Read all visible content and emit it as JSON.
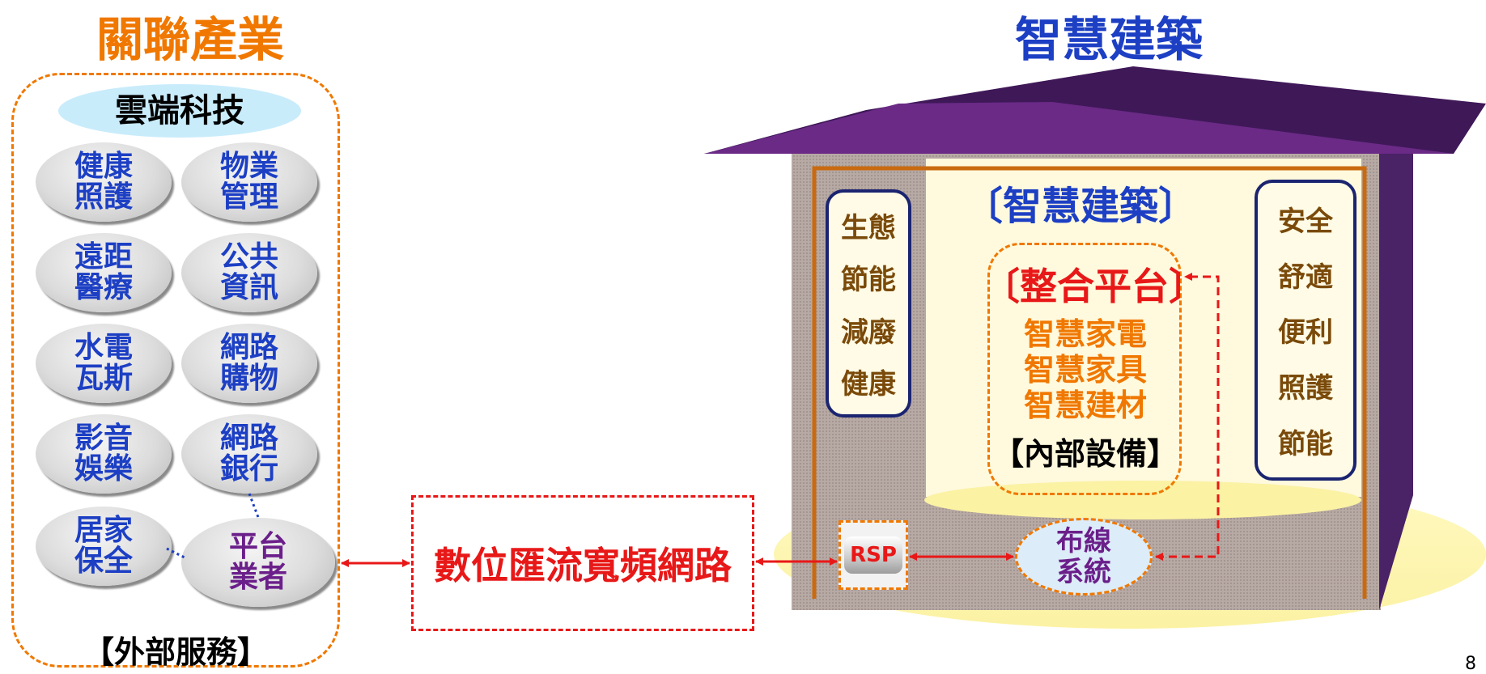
{
  "left": {
    "title": "關聯產業",
    "cloud_label": "雲端科技",
    "services": [
      "健康\n照護",
      "物業\n管理",
      "遠距\n醫療",
      "公共\n資訊",
      "水電\n瓦斯",
      "網路\n購物",
      "影音\n娛樂",
      "網路\n銀行",
      "居家\n保全"
    ],
    "platform_operator": "平台\n業者",
    "external_label": "【外部服務】"
  },
  "network": {
    "label": "數位匯流寬頻網路"
  },
  "right": {
    "title": "智慧建築",
    "inner_title": "〔智慧建築〕",
    "left_values": [
      "生態",
      "節能",
      "減廢",
      "健康"
    ],
    "right_values": [
      "安全",
      "舒適",
      "便利",
      "照護",
      "節能"
    ],
    "platform_title": "〔整合平台〕",
    "devices": [
      "智慧家電",
      "智慧家具",
      "智慧建材"
    ],
    "internal_label": "【內部設備】",
    "rsp_label": "RSP",
    "wiring_label": "布線\n系統"
  },
  "page_number": "8",
  "colors": {
    "orange": "#f07800",
    "blue": "#1c3fc4",
    "red": "#e81818",
    "purple": "#6b1f8a",
    "roof": "#3f1858"
  }
}
